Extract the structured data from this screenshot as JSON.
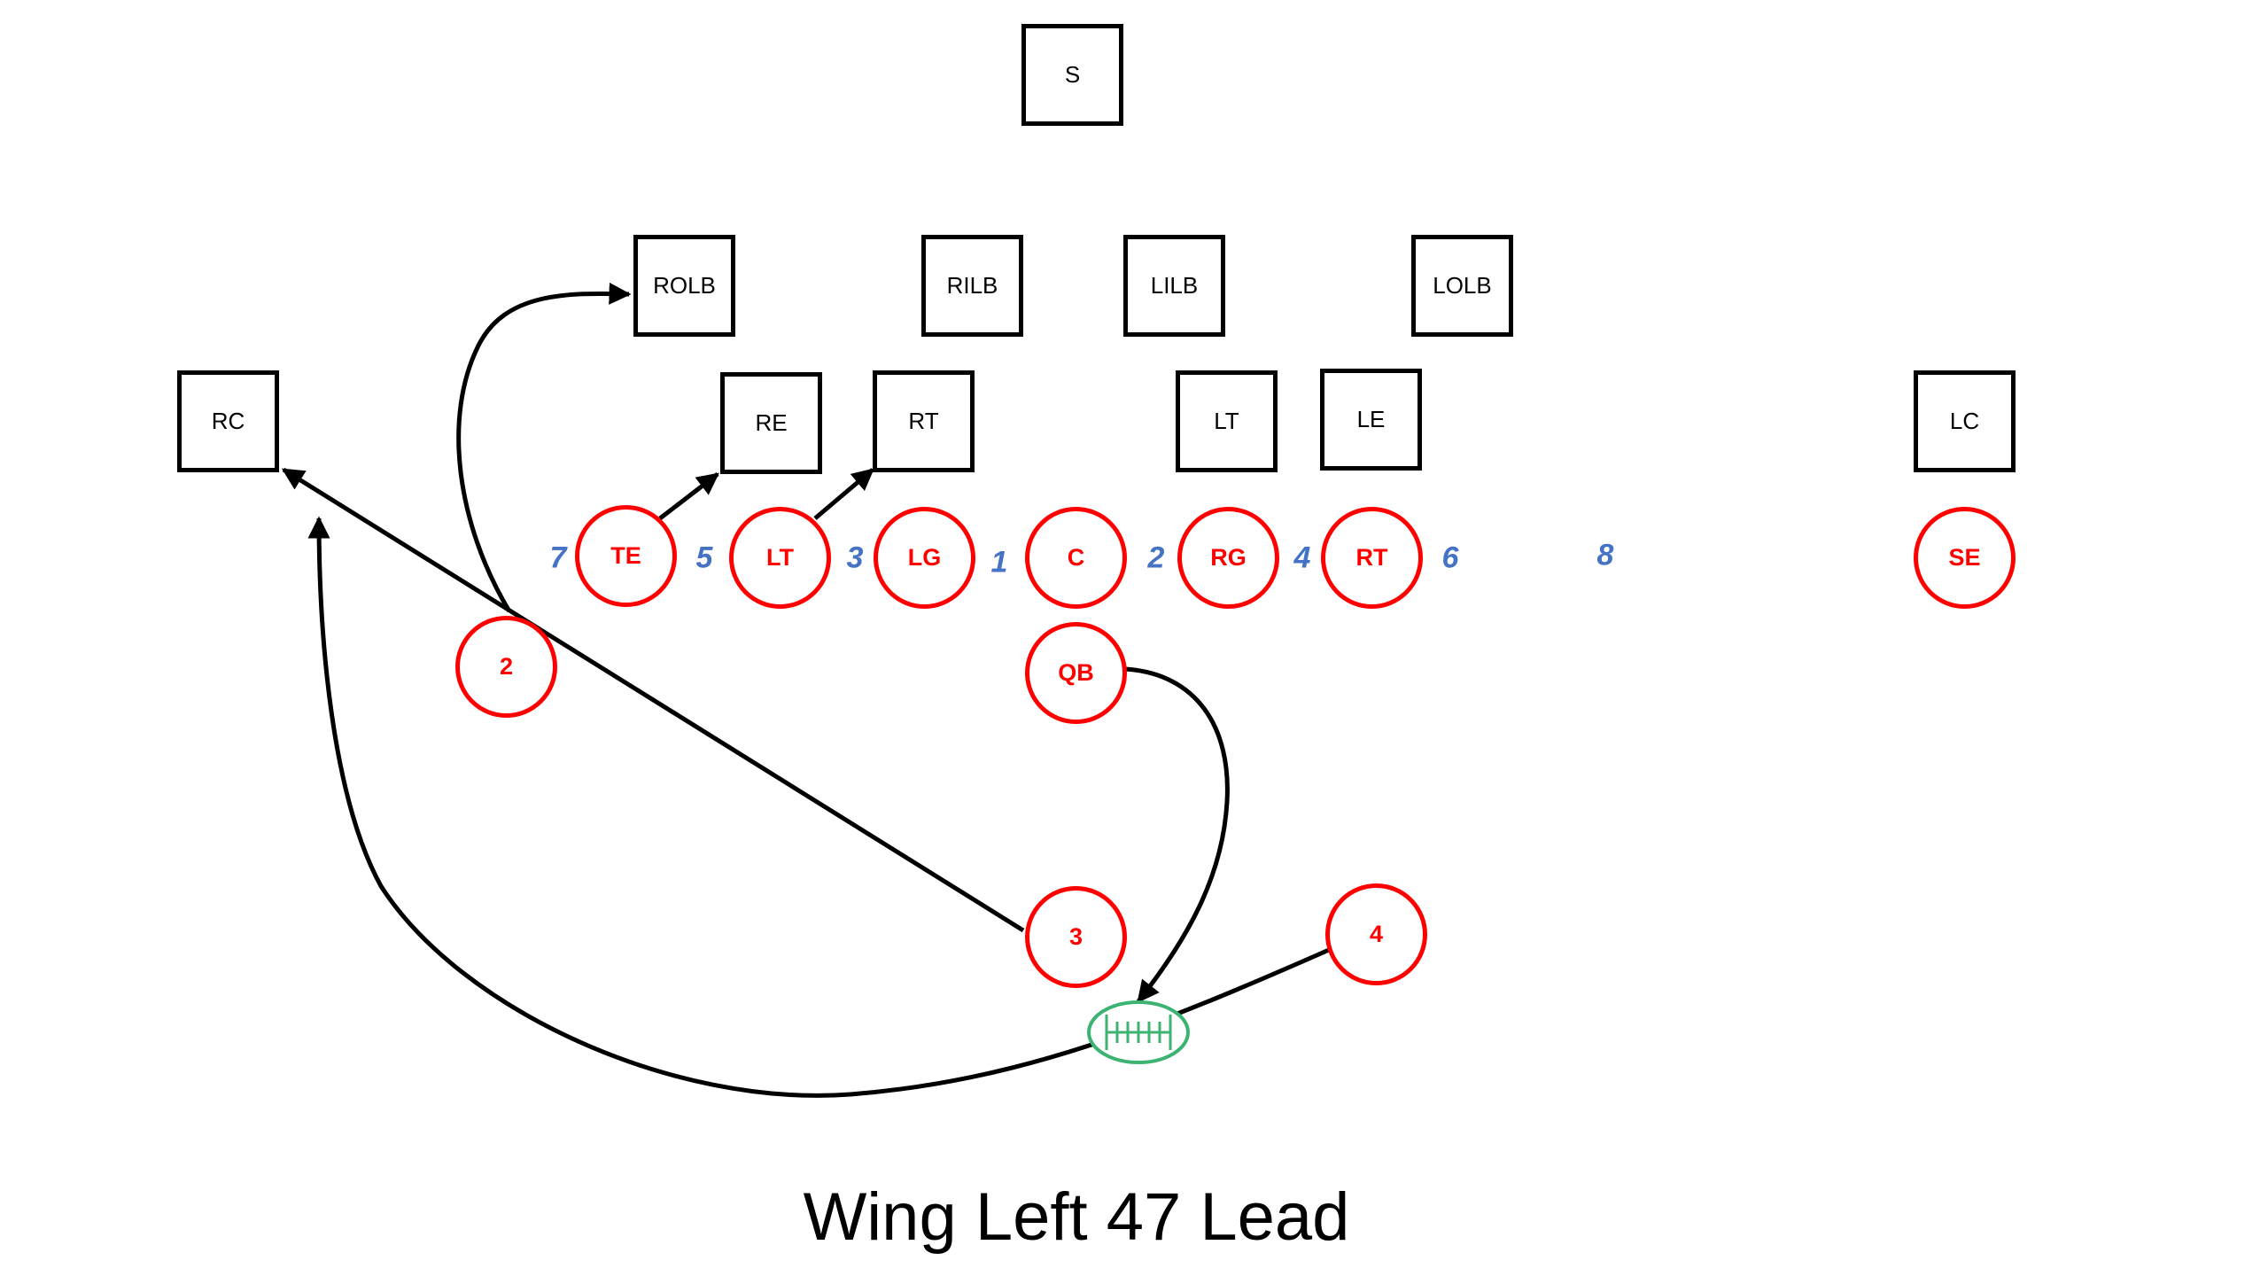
{
  "defense": {
    "s": "S",
    "rolb": "ROLB",
    "rilb": "RILB",
    "lilb": "LILB",
    "lolb": "LOLB",
    "rc": "RC",
    "re": "RE",
    "rt": "RT",
    "lt": "LT",
    "le": "LE",
    "lc": "LC"
  },
  "offense": {
    "te": "TE",
    "lt": "LT",
    "lg": "LG",
    "c": "C",
    "rg": "RG",
    "rt": "RT",
    "se": "SE",
    "qb": "QB",
    "back2": "2",
    "back3": "3",
    "back4": "4"
  },
  "holes": [
    "7",
    "5",
    "3",
    "1",
    "2",
    "4",
    "6",
    "8"
  ],
  "title": "Wing Left 47 Lead",
  "colors": {
    "offense": "#ff0000",
    "defense": "#000000",
    "hole_numbers": "#4472c4",
    "football": "#3cb371",
    "routes": "#000000"
  }
}
